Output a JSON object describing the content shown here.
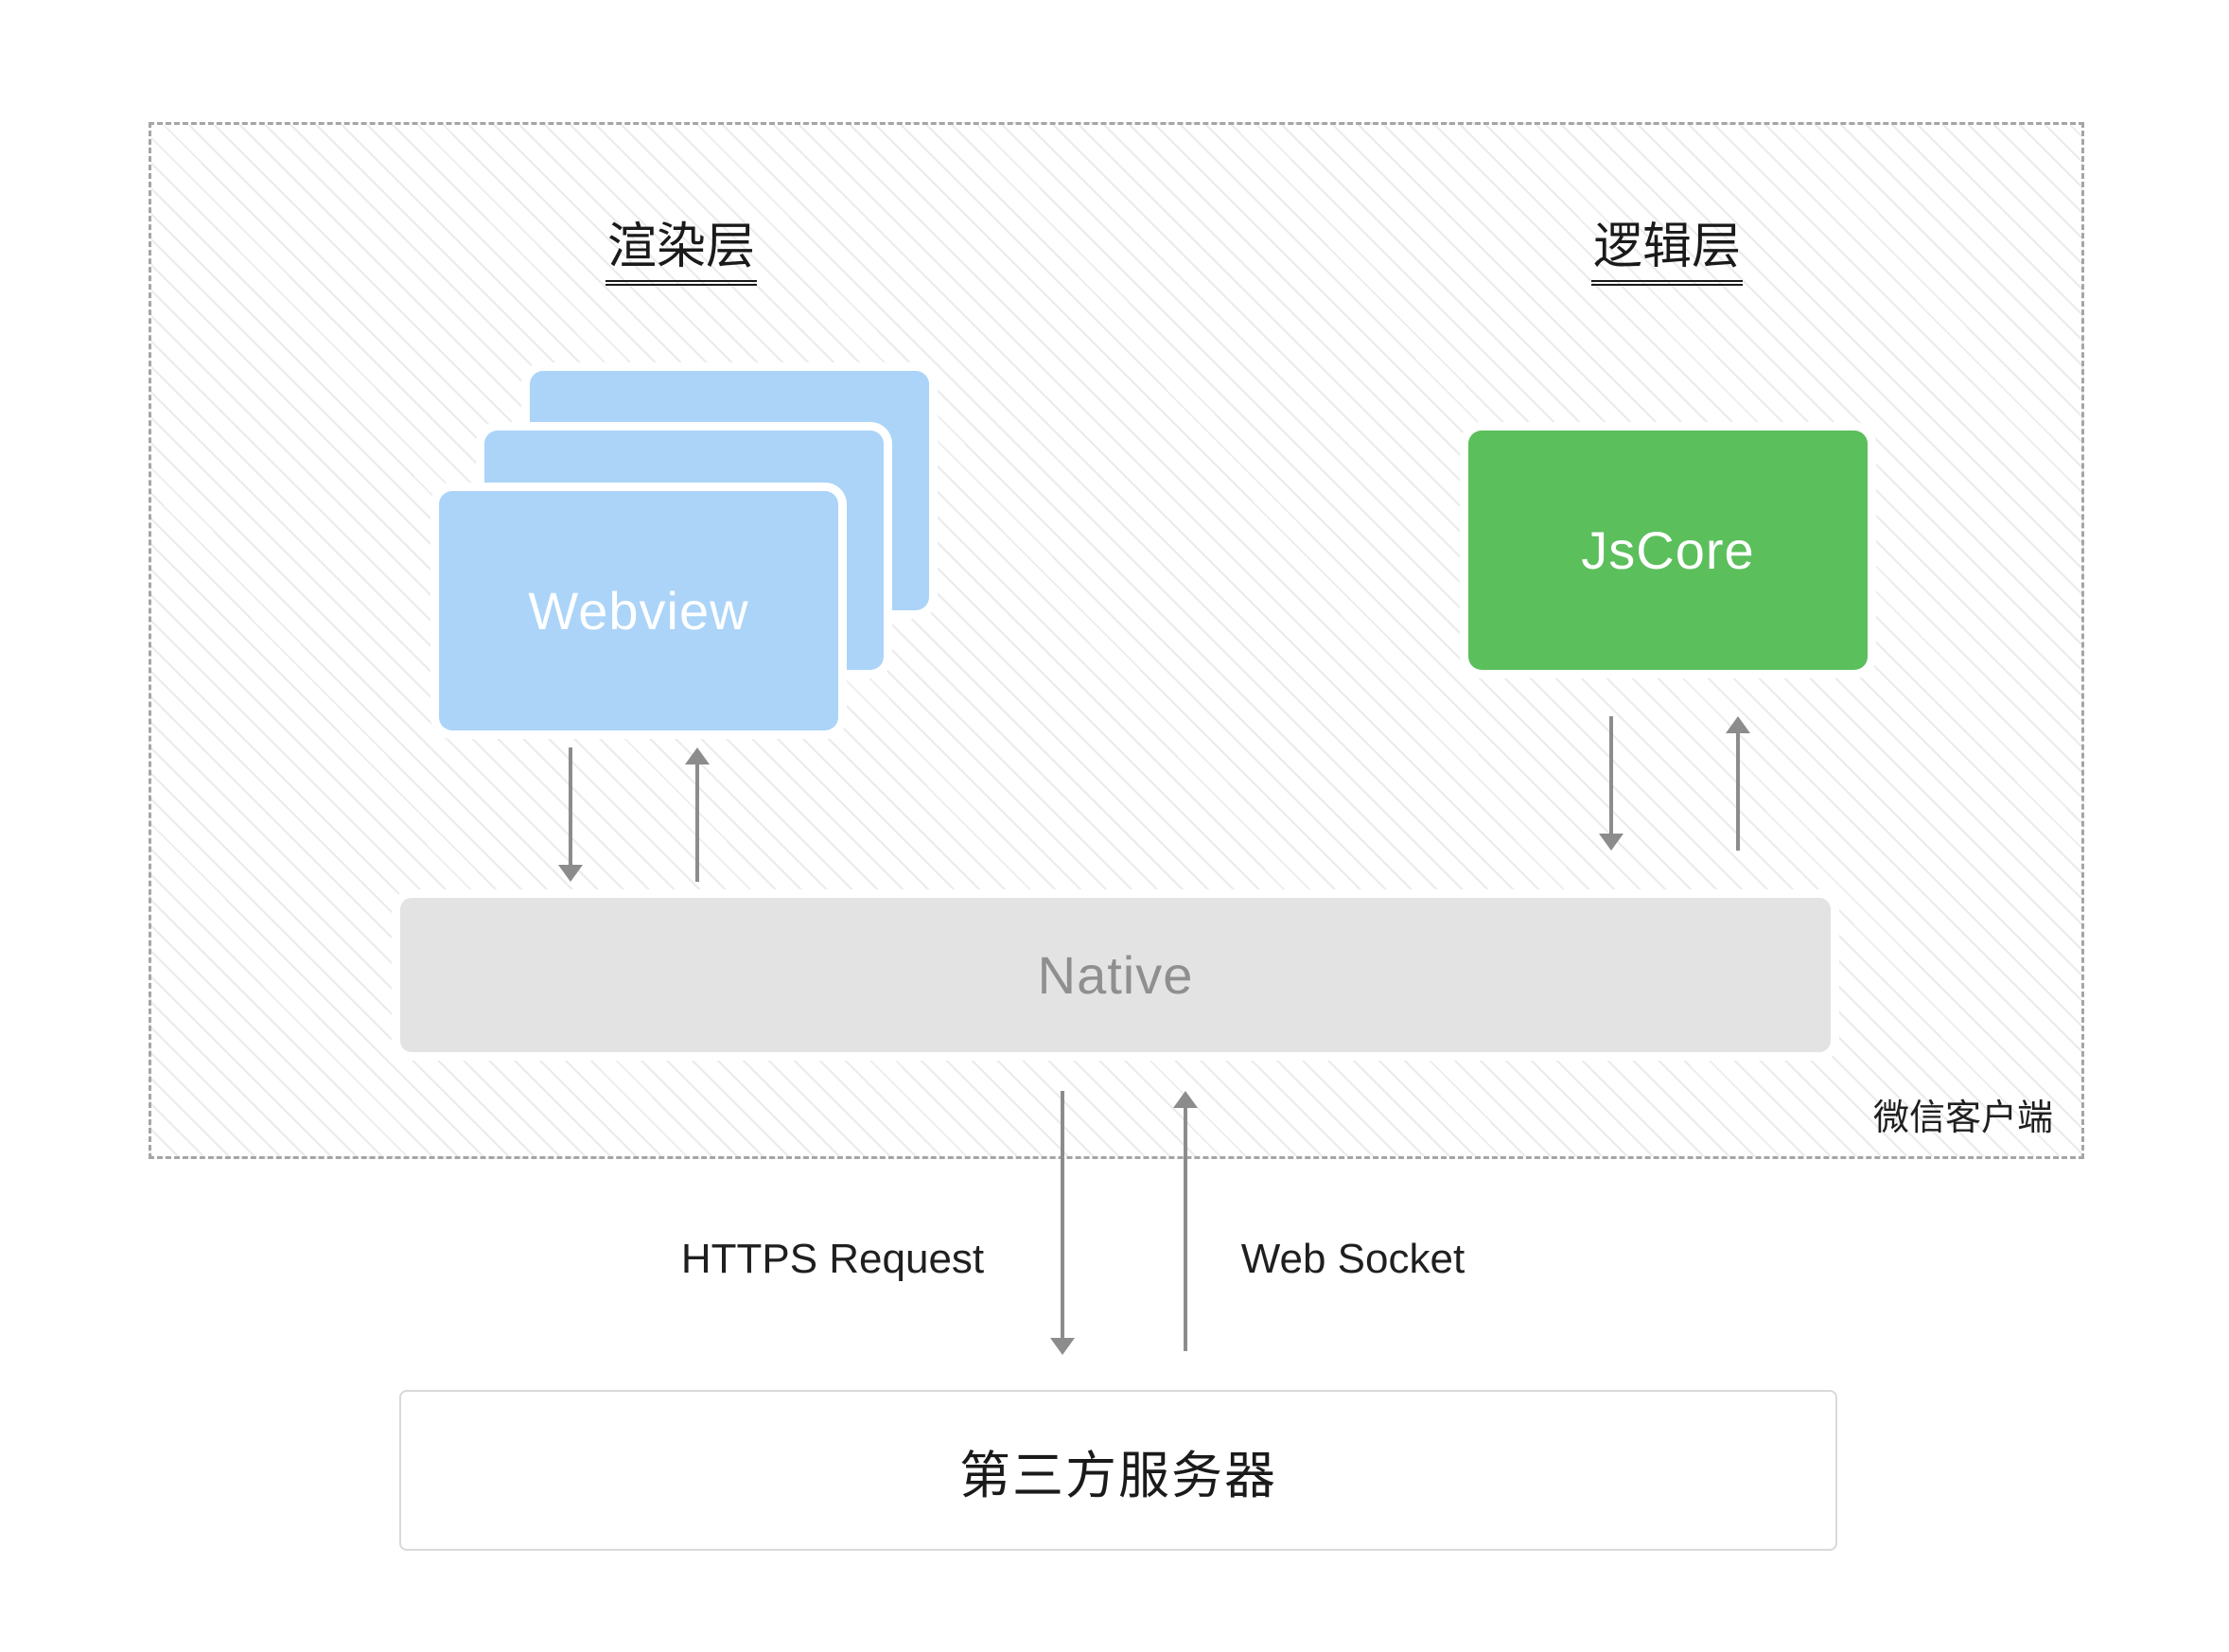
{
  "wechat_client": {
    "label": "微信客户端",
    "render_layer": {
      "title": "渲染层",
      "webview_label": "Webview",
      "webview_color": "#abd4f8"
    },
    "logic_layer": {
      "title": "逻辑层",
      "jscore_label": "JsCore",
      "jscore_color": "#5bbf5c"
    },
    "native": {
      "label": "Native",
      "color": "#e3e3e3",
      "text_color": "#8f8f8f"
    }
  },
  "connections": {
    "https_label": "HTTPS Request",
    "websocket_label": "Web Socket",
    "arrow_color": "#8c8c8c"
  },
  "server": {
    "label": "第三方服务器"
  }
}
